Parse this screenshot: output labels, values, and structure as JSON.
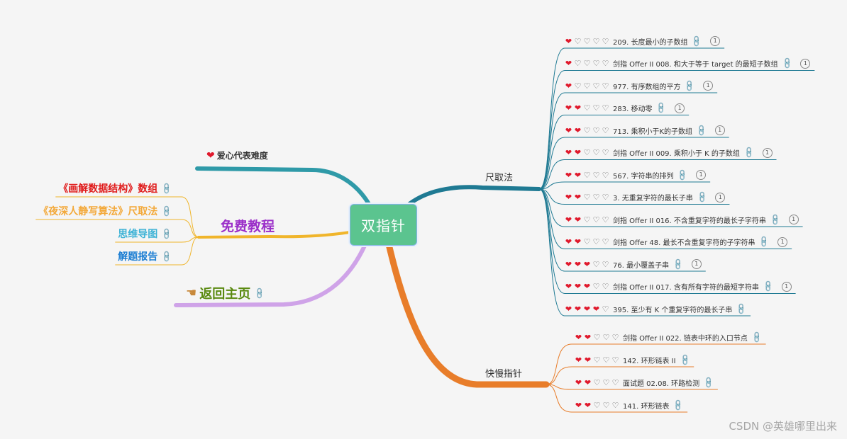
{
  "center": {
    "label": "双指针"
  },
  "branches": {
    "window": {
      "label": "尺取法",
      "color": "#1f7a93",
      "items": [
        {
          "label": "209. 长度最小的子数组",
          "rating": 1,
          "count": "1"
        },
        {
          "label": "剑指 Offer II 008. 和大于等于 target 的最短子数组",
          "rating": 1,
          "count": "1"
        },
        {
          "label": "977. 有序数组的平方",
          "rating": 1,
          "count": "1"
        },
        {
          "label": "283. 移动零",
          "rating": 2,
          "count": "1"
        },
        {
          "label": "713. 乘积小于K的子数组",
          "rating": 2,
          "count": "1"
        },
        {
          "label": "剑指 Offer II 009. 乘积小于 K 的子数组",
          "rating": 2,
          "count": "1"
        },
        {
          "label": "567. 字符串的排列",
          "rating": 2,
          "count": "1"
        },
        {
          "label": "3. 无重复字符的最长子串",
          "rating": 2,
          "count": "1"
        },
        {
          "label": "剑指 Offer II 016. 不含重复字符的最长子字符串",
          "rating": 2,
          "count": "1"
        },
        {
          "label": "剑指 Offer 48. 最长不含重复字符的子字符串",
          "rating": 2,
          "count": "1"
        },
        {
          "label": "76. 最小覆盖子串",
          "rating": 3,
          "count": "1"
        },
        {
          "label": "剑指 Offer II 017. 含有所有字符的最短字符串",
          "rating": 3,
          "count": "1"
        },
        {
          "label": "395. 至少有 K 个重复字符的最长子串",
          "rating": 4,
          "count": ""
        }
      ]
    },
    "fastslow": {
      "label": "快慢指针",
      "color": "#e87d2a",
      "items": [
        {
          "label": "剑指 Offer II 022. 链表中环的入口节点",
          "rating": 2,
          "count": ""
        },
        {
          "label": "142. 环形链表 II",
          "rating": 2,
          "count": ""
        },
        {
          "label": "面试题 02.08. 环路检测",
          "rating": 2,
          "count": ""
        },
        {
          "label": "141. 环形链表",
          "rating": 2,
          "count": ""
        }
      ]
    },
    "legend": {
      "label": "爱心代表难度",
      "color": "#2f9aa8"
    },
    "tutorials": {
      "label": "免费教程",
      "color": "#f0b52b",
      "label_color": "#9b2fc9",
      "items": [
        {
          "label": "《画解数据结构》数组",
          "color": "#e01b1b"
        },
        {
          "label": "《夜深人静写算法》尺取法",
          "color": "#f3a93a"
        },
        {
          "label": "思维导图",
          "color": "#3fb3d6"
        },
        {
          "label": "解题报告",
          "color": "#1e7fd3"
        }
      ]
    },
    "home": {
      "label": "返回主页",
      "color": "#cfa3e8",
      "label_color": "#5a8a10",
      "icon": "pointing-hand-icon"
    }
  },
  "watermark": "CSDN @英雄哪里出来"
}
